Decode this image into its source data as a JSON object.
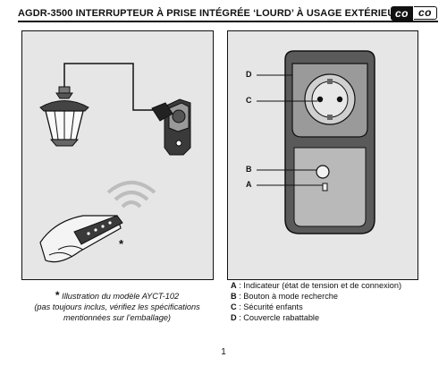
{
  "header": {
    "title": "AGDR-3500 INTERRUPTEUR À PRISE INTÉGRÉE ‘LOURD’ À USAGE EXTÉRIEUR",
    "logo_left": "co",
    "logo_right": "co"
  },
  "left_figure": {
    "asterisk": "*",
    "caption_line1": "Illustration du modèle AYCT-102",
    "caption_line2": "(pas toujours inclus, vérifiez les spécifications",
    "caption_line3": "mentionnées sur l’emballage)"
  },
  "right_figure": {
    "labels": {
      "D": "D",
      "C": "C",
      "B": "B",
      "A": "A"
    }
  },
  "legend": [
    {
      "key": "A",
      "text": " : Indicateur (état de tension et de connexion)"
    },
    {
      "key": "B",
      "text": " : Bouton à mode recherche"
    },
    {
      "key": "C",
      "text": " : Sécurité enfants"
    },
    {
      "key": "D",
      "text": " : Couvercle rabattable"
    }
  ],
  "page_number": "1"
}
